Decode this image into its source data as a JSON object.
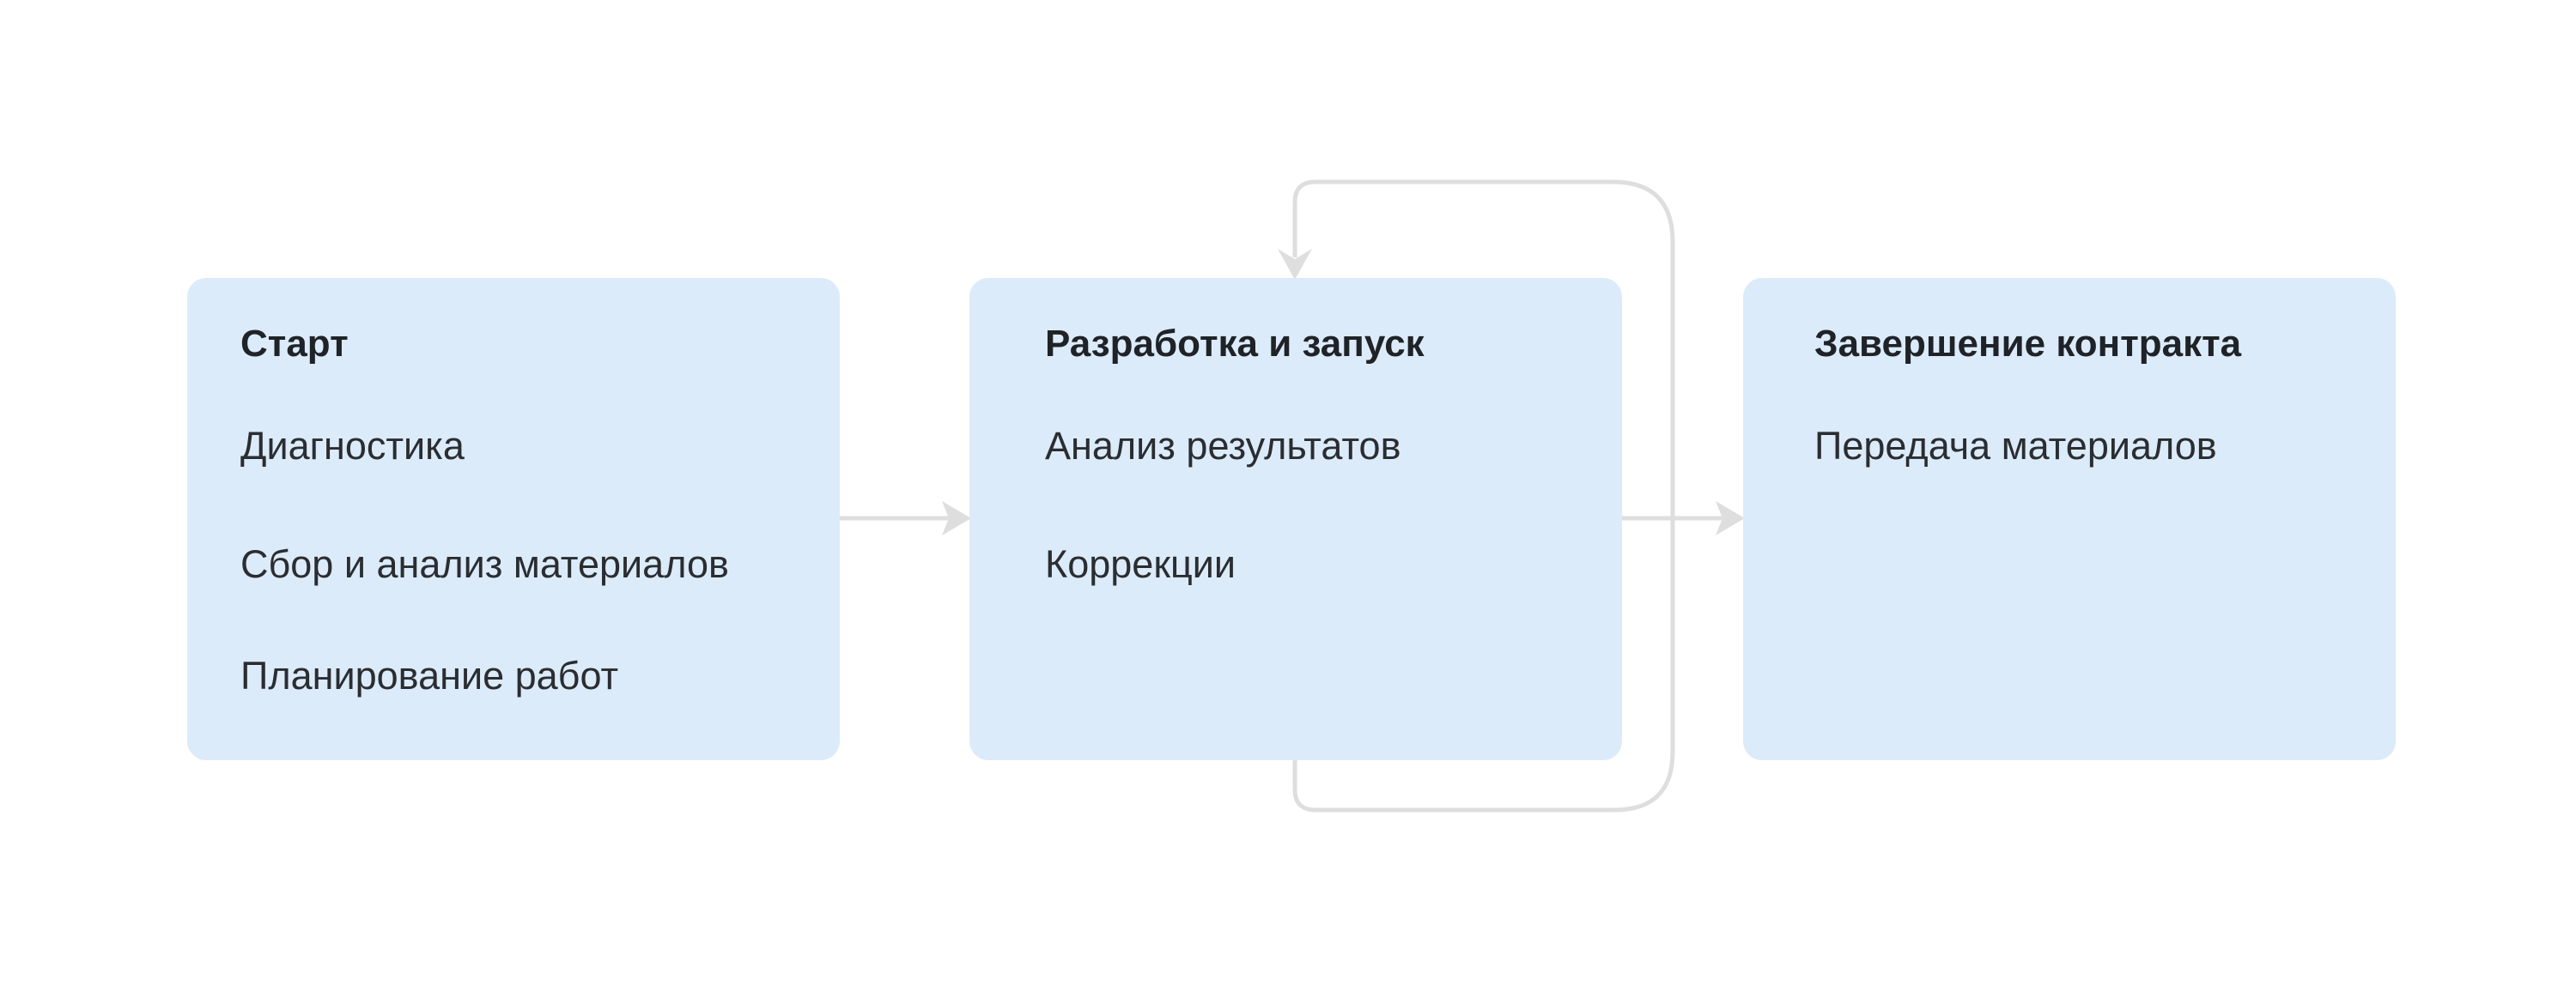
{
  "stages": [
    {
      "title": "Старт",
      "items": [
        "Диагностика",
        "Сбор и анализ материалов",
        "Планирование работ"
      ]
    },
    {
      "title": "Разработка и запуск",
      "items": [
        "Анализ результатов",
        "Коррекции"
      ]
    },
    {
      "title": "Завершение контракта",
      "items": [
        "Передача материалов"
      ]
    }
  ],
  "colors": {
    "card_background": "#dcebf9",
    "connector": "#dedede",
    "title_text": "#1f2328",
    "item_text": "#2a2d31"
  }
}
